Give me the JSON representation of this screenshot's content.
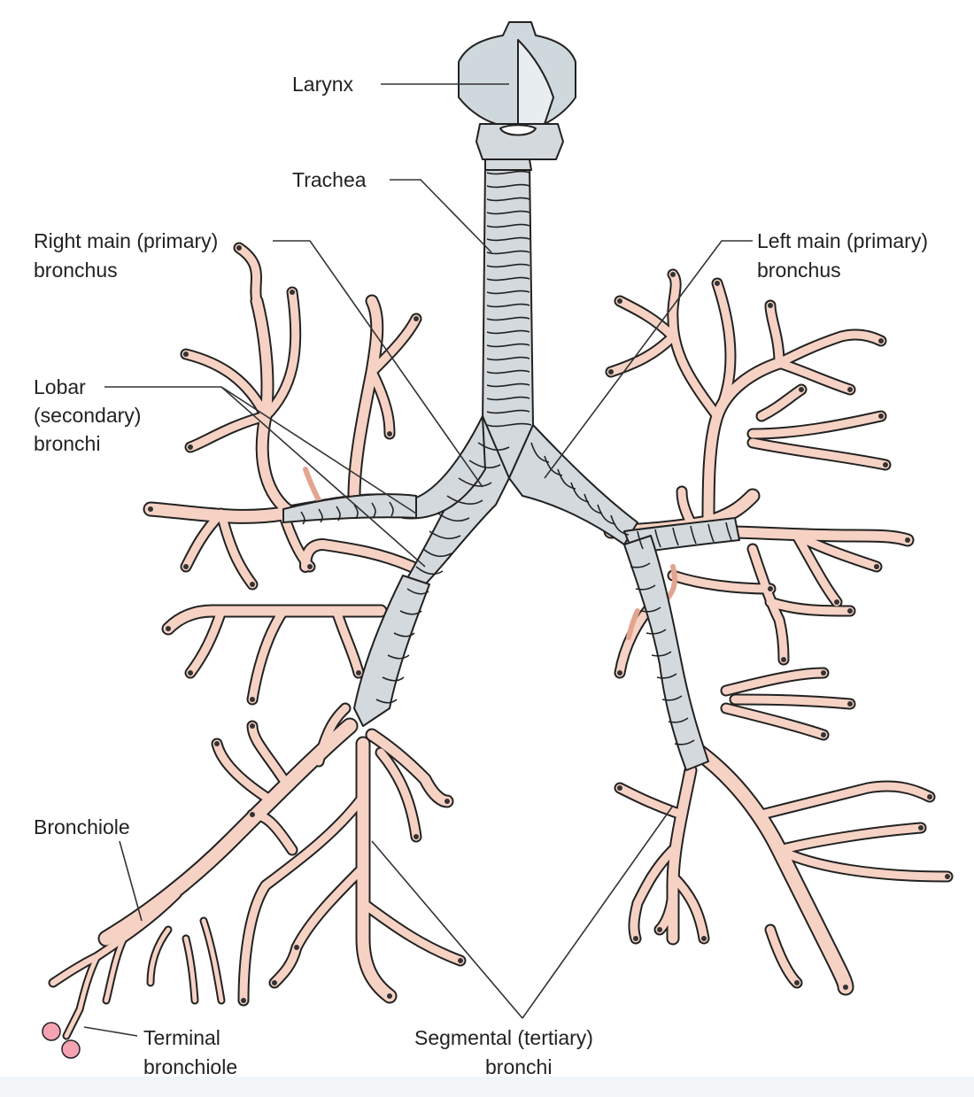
{
  "colors": {
    "branch": "#f6d2c4",
    "branch_stroke": "#222222",
    "cartilage": "#d3d9dd",
    "larynx": "#cfd8dc",
    "lobar_shade": "#e2a590",
    "alveoli": "#f5a3b3",
    "leader_line": "#333333"
  },
  "labels": {
    "larynx": "Larynx",
    "trachea": "Trachea",
    "right_main_1": "Right main (primary)",
    "right_main_2": "bronchus",
    "left_main_1": "Left main (primary)",
    "left_main_2": "bronchus",
    "lobar_1": "Lobar",
    "lobar_2": "(secondary)",
    "lobar_3": "bronchi",
    "bronchiole": "Bronchiole",
    "terminal_1": "Terminal",
    "terminal_2": "bronchiole",
    "segmental_1": "Segmental (tertiary)",
    "segmental_2": "bronchi"
  }
}
